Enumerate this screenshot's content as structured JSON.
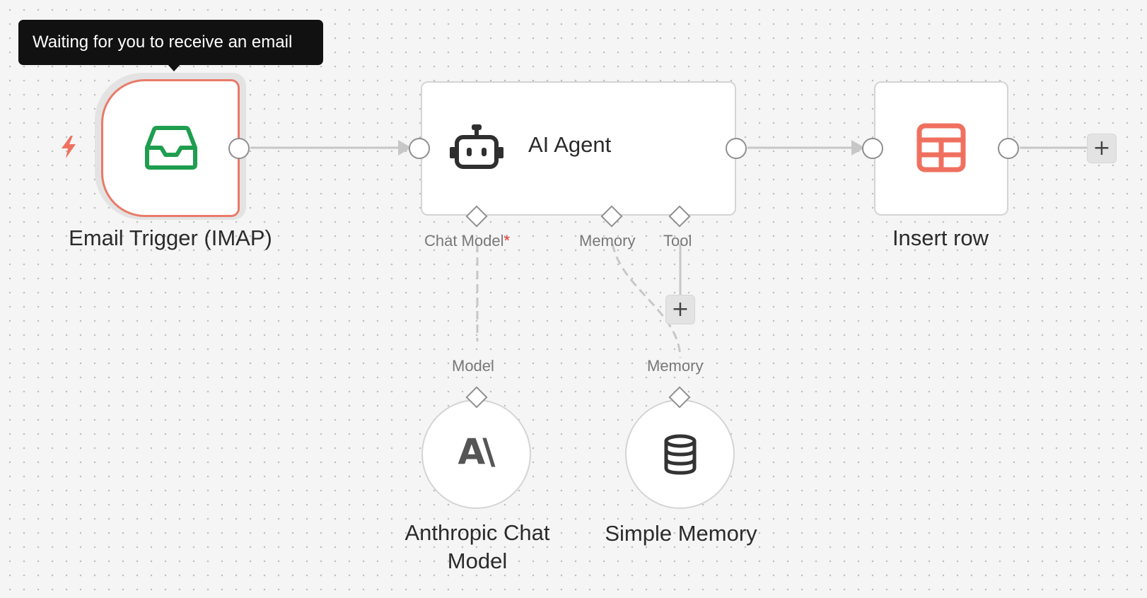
{
  "tooltip": {
    "text": "Waiting for you to receive an email"
  },
  "nodes": {
    "email_trigger": {
      "label": "Email Trigger (IMAP)",
      "icon": "inbox-icon",
      "accent": "#e97a68",
      "icon_color": "#1e9e4e"
    },
    "ai_agent": {
      "label": "AI Agent",
      "icon": "robot-icon"
    },
    "insert_row": {
      "label": "Insert row",
      "icon": "table-icon",
      "icon_color": "#f0705f"
    },
    "anthropic": {
      "label_line1": "Anthropic Chat",
      "label_line2": "Model",
      "glyph": "A\\",
      "icon": "anthropic-logo-icon"
    },
    "memory": {
      "label": "Simple Memory",
      "icon": "database-icon"
    }
  },
  "ports": {
    "chat_model": "Chat Model",
    "chat_model_required": "*",
    "memory": "Memory",
    "tool": "Tool",
    "model_input": "Model",
    "memory_input": "Memory"
  },
  "buttons": {
    "add_node": "+",
    "add_tool": "+"
  },
  "trigger_bolt_color": "#f0705f"
}
